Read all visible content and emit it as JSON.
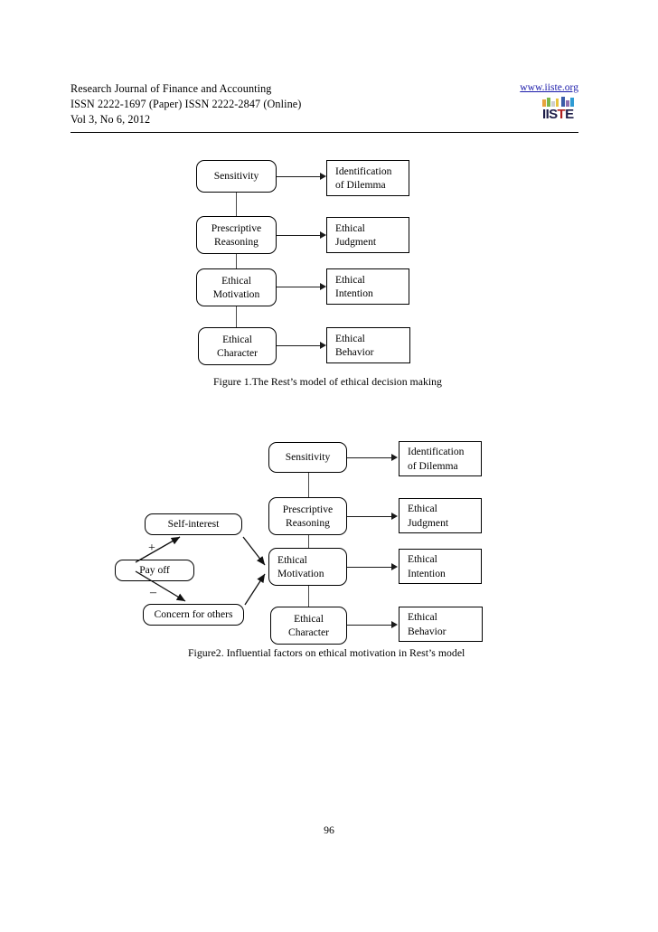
{
  "header": {
    "line1": "Research Journal of Finance and Accounting",
    "line2": "ISSN 2222-1697 (Paper) ISSN 2222-2847 (Online)",
    "line3": "Vol 3, No 6, 2012",
    "url": "www.iiste.org",
    "logo_text_a": "IIS",
    "logo_text_b": "T",
    "logo_text_c": "E",
    "logo_bar_colors": [
      "#e8a33d",
      "#7ab648",
      "#d9d9d9",
      "#3b5ca8",
      "#8f6fb0",
      "#2f9bd4"
    ]
  },
  "figure1": {
    "caption": "Figure 1.The Rest’s model of ethical decision making",
    "left_nodes": [
      {
        "name": "sensitivity",
        "lines": [
          "Sensitivity"
        ]
      },
      {
        "name": "prescriptive-reasoning",
        "lines": [
          "Prescriptive",
          "Reasoning"
        ]
      },
      {
        "name": "ethical-motivation",
        "lines": [
          "Ethical",
          "Motivation"
        ]
      },
      {
        "name": "ethical-character",
        "lines": [
          "Ethical",
          "Character"
        ]
      }
    ],
    "right_nodes": [
      {
        "name": "identification-of-dilemma",
        "lines": [
          "Identification",
          "of Dilemma"
        ]
      },
      {
        "name": "ethical-judgment",
        "lines": [
          "Ethical",
          "Judgment"
        ]
      },
      {
        "name": "ethical-intention",
        "lines": [
          "Ethical",
          "Intention"
        ]
      },
      {
        "name": "ethical-behavior",
        "lines": [
          "Ethical",
          "Behavior"
        ]
      }
    ]
  },
  "figure2": {
    "caption": "Figure2. Influential factors on ethical motivation in Rest’s model",
    "left_nodes": [
      {
        "name": "sensitivity",
        "lines": [
          "Sensitivity"
        ]
      },
      {
        "name": "prescriptive-reasoning",
        "lines": [
          "Prescriptive",
          "Reasoning"
        ]
      },
      {
        "name": "ethical-motivation",
        "lines": [
          "Ethical",
          "Motivation"
        ]
      },
      {
        "name": "ethical-character",
        "lines": [
          "Ethical",
          "Character"
        ]
      }
    ],
    "right_nodes": [
      {
        "name": "identification-of-dilemma",
        "lines": [
          "Identification",
          "of Dilemma"
        ]
      },
      {
        "name": "ethical-judgment",
        "lines": [
          "Ethical",
          "Judgment"
        ]
      },
      {
        "name": "ethical-intention",
        "lines": [
          "Ethical",
          "Intention"
        ]
      },
      {
        "name": "ethical-behavior",
        "lines": [
          "Ethical",
          "Behavior"
        ]
      }
    ],
    "factor_nodes": [
      {
        "name": "self-interest",
        "lines": [
          "Self-interest"
        ]
      },
      {
        "name": "pay-off",
        "lines": [
          "Pay off"
        ]
      },
      {
        "name": "concern-for-others",
        "lines": [
          "Concern for others"
        ]
      }
    ],
    "sign_positive": "+",
    "sign_negative": "–"
  },
  "footer": {
    "page_number": "96"
  }
}
